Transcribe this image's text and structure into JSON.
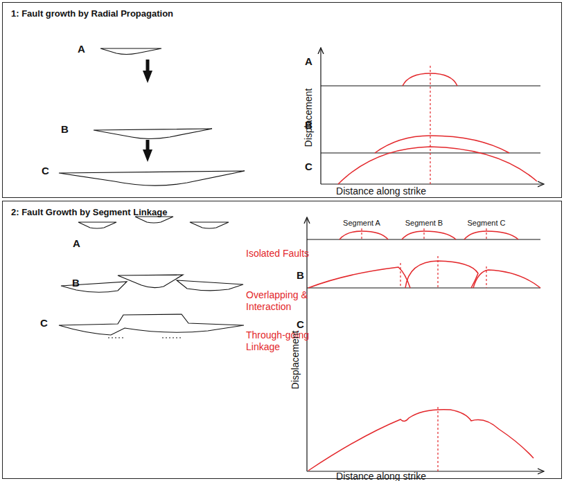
{
  "diagram": {
    "nodes": [
      {
        "text": [
          "1: Fault growth by Radial Propagation"
        ]
      },
      {
        "text": [
          "2: Fault Growth by Segment Linkage"
        ]
      }
    ],
    "labels": [
      "A",
      "B",
      "C",
      "Displacement",
      "A",
      "B",
      "C",
      "Distance along strike",
      "A",
      "B",
      "C",
      "Isolated Faults",
      "Overlapping & Interaction",
      "Through-going Linkage",
      "Segment A",
      "Segment B",
      "Segment C",
      "Displacement",
      "B",
      "C",
      "Distance along strike"
    ]
  }
}
